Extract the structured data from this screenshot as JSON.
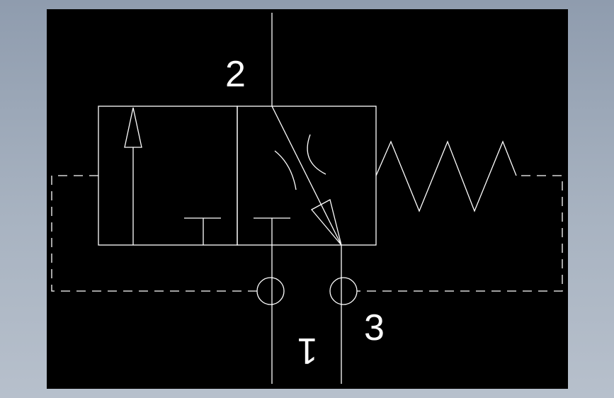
{
  "colors": {
    "background": "#000000",
    "line": "#ffffff"
  },
  "ports": {
    "port_2": "2",
    "port_1": "1",
    "port_3": "3"
  }
}
